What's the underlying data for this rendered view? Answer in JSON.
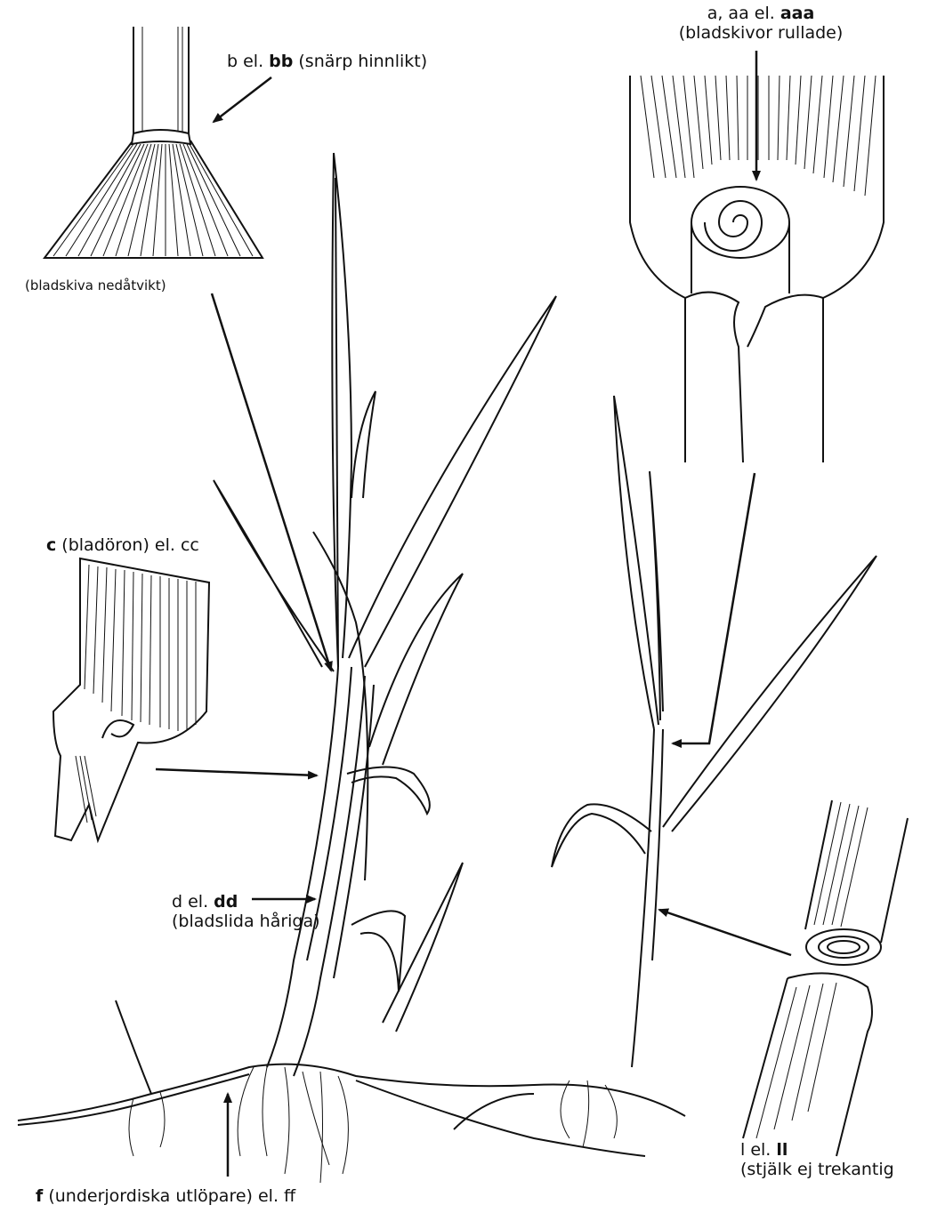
{
  "labels": {
    "a": {
      "line1": "a, aa el. ",
      "bold1": "aaa",
      "line2": "(bladskivor rullade)"
    },
    "b": {
      "pre": "b el. ",
      "bold": "bb",
      "post": " (snärp hinnlikt)"
    },
    "b_note": "(bladskiva nedåtvikt)",
    "c": {
      "bold": "c",
      "post": " (bladöron) el. cc"
    },
    "d": {
      "pre": "d el. ",
      "bold": "dd",
      "line2": "(bladslida håriga)"
    },
    "f": {
      "bold": "f",
      "post": " (underjordiska utlöpare) el. ff"
    },
    "l": {
      "pre": "l el. ",
      "bold": "ll",
      "line2": "(stjälk ej trekantig"
    }
  },
  "colors": {
    "ink": "#111111",
    "paper": "#ffffff"
  }
}
